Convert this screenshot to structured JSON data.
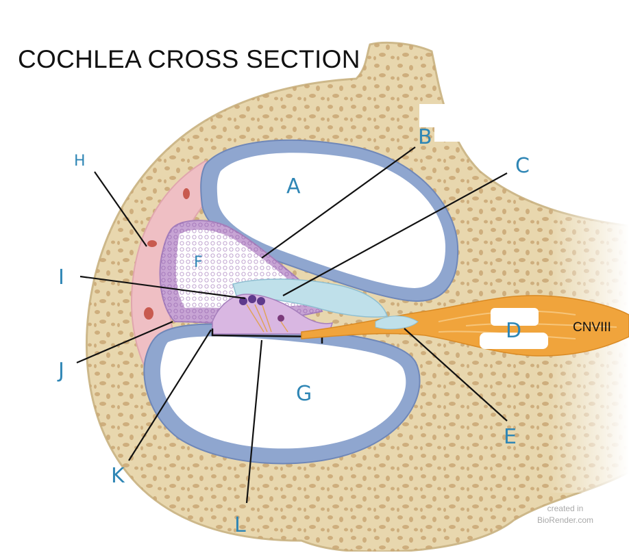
{
  "title": "COCHLEA CROSS SECTION",
  "labels": {
    "A": "A",
    "B": "B",
    "C": "C",
    "D": "D",
    "E": "E",
    "F": "F",
    "G": "G",
    "H": "H",
    "I": "I",
    "J": "J",
    "K": "K",
    "L": "L"
  },
  "nerve_label": "CNVIII",
  "credit": {
    "line1": "created in",
    "line2": "BioRender.com"
  },
  "colors": {
    "bone": "#e8d7ae",
    "bone_dark": "#cdb88a",
    "perilymph_wall": "#8fa6cf",
    "stria": "#efbfc4",
    "endolymph_wall": "#c7a4d4",
    "tectorial": "#bfe0ea",
    "nerve": "#f0a43c",
    "label": "#2f86b5"
  }
}
